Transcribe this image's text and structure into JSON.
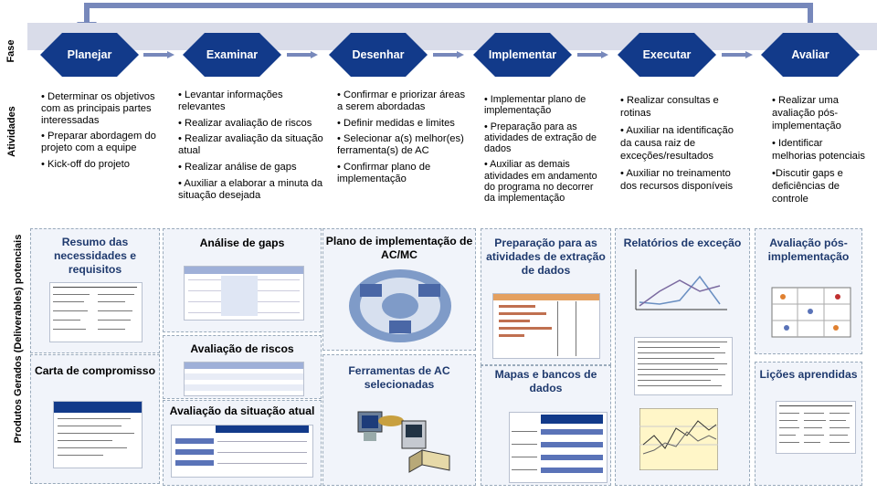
{
  "row_labels": {
    "phase": "Fase",
    "activities": "Atividades",
    "deliverables": "Produtos Gerados (Deliverables) potenciais"
  },
  "colors": {
    "diamond": "#123a8a",
    "band": "#d9dce9",
    "arrow": "#7788bb",
    "panel_title": "#1f3a6e"
  },
  "phases": [
    "Planejar",
    "Examinar",
    "Desenhar",
    "Implementar",
    "Executar",
    "Avaliar"
  ],
  "activities": [
    [
      "• Determinar os objetivos com as principais partes interessadas",
      "• Preparar abordagem do projeto com a equipe",
      "• Kick-off do projeto"
    ],
    [
      "• Levantar informações relevantes",
      "• Realizar avaliação de riscos",
      "• Realizar avaliação da situação atual",
      "• Realizar análise de gaps",
      "• Auxiliar a elaborar a minuta da situação desejada"
    ],
    [
      "• Confirmar e priorizar áreas a serem abordadas",
      "• Definir medidas e limites",
      "• Selecionar a(s) melhor(es) ferramenta(s) de AC",
      "• Confirmar plano de implementação"
    ],
    [
      "• Implementar plano de implementação",
      "• Preparação para as atividades de extração de dados",
      "• Auxiliar as demais atividades  em andamento do programa no decorrer da implementação"
    ],
    [
      "• Realizar consultas e rotinas",
      "• Auxiliar na identificação da causa raiz de exceções/resultados",
      "• Auxiliar no treinamento dos recursos disponíveis"
    ],
    [
      "• Realizar uma avaliação pós-implementação",
      "• Identificar melhorias potenciais",
      "•Discutir gaps e deficiências de controle"
    ]
  ],
  "deliverables": {
    "resumo": "Resumo das necessidades e requisitos",
    "carta": "Carta de compromisso",
    "gaps": "Análise de gaps",
    "riscos": "Avaliação de riscos",
    "situacao": "Avaliação da situação atual",
    "plano": "Plano de implementação de AC/MC",
    "ferramentas": "Ferramentas de AC selecionadas",
    "preparacao": "Preparação para as atividades de extração de dados",
    "mapas": "Mapas e bancos de dados",
    "relatorios": "Relatórios de exceção",
    "avaliacao_pos": "Avaliação pós-implementação",
    "licoes": "Lições aprendidas"
  }
}
